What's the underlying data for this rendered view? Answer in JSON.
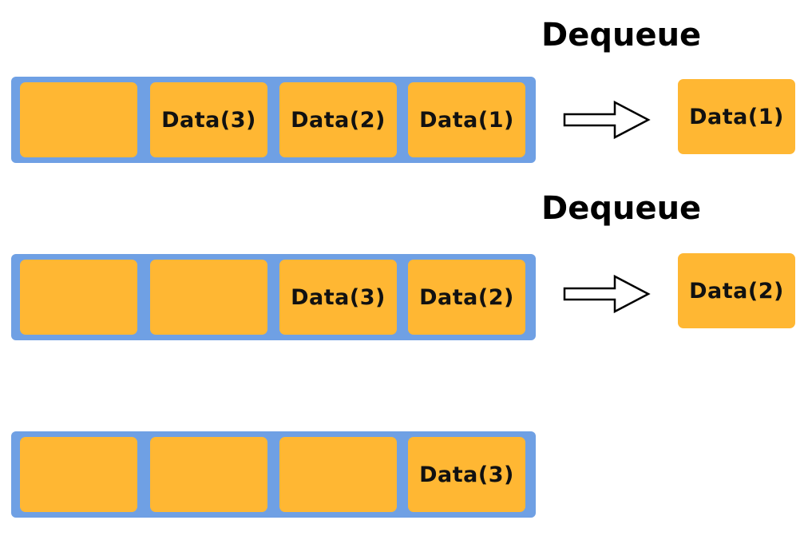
{
  "colors": {
    "queue_bg": "#6fa0e4",
    "slot_bg": "#ffb733",
    "text": "#111111"
  },
  "steps": [
    {
      "slots": [
        "",
        "Data(3)",
        "Data(2)",
        "Data(1)"
      ],
      "operation": "Dequeue",
      "output": "Data(1)"
    },
    {
      "slots": [
        "",
        "",
        "Data(3)",
        "Data(2)"
      ],
      "operation": "Dequeue",
      "output": "Data(2)"
    },
    {
      "slots": [
        "",
        "",
        "",
        "Data(3)"
      ]
    }
  ]
}
